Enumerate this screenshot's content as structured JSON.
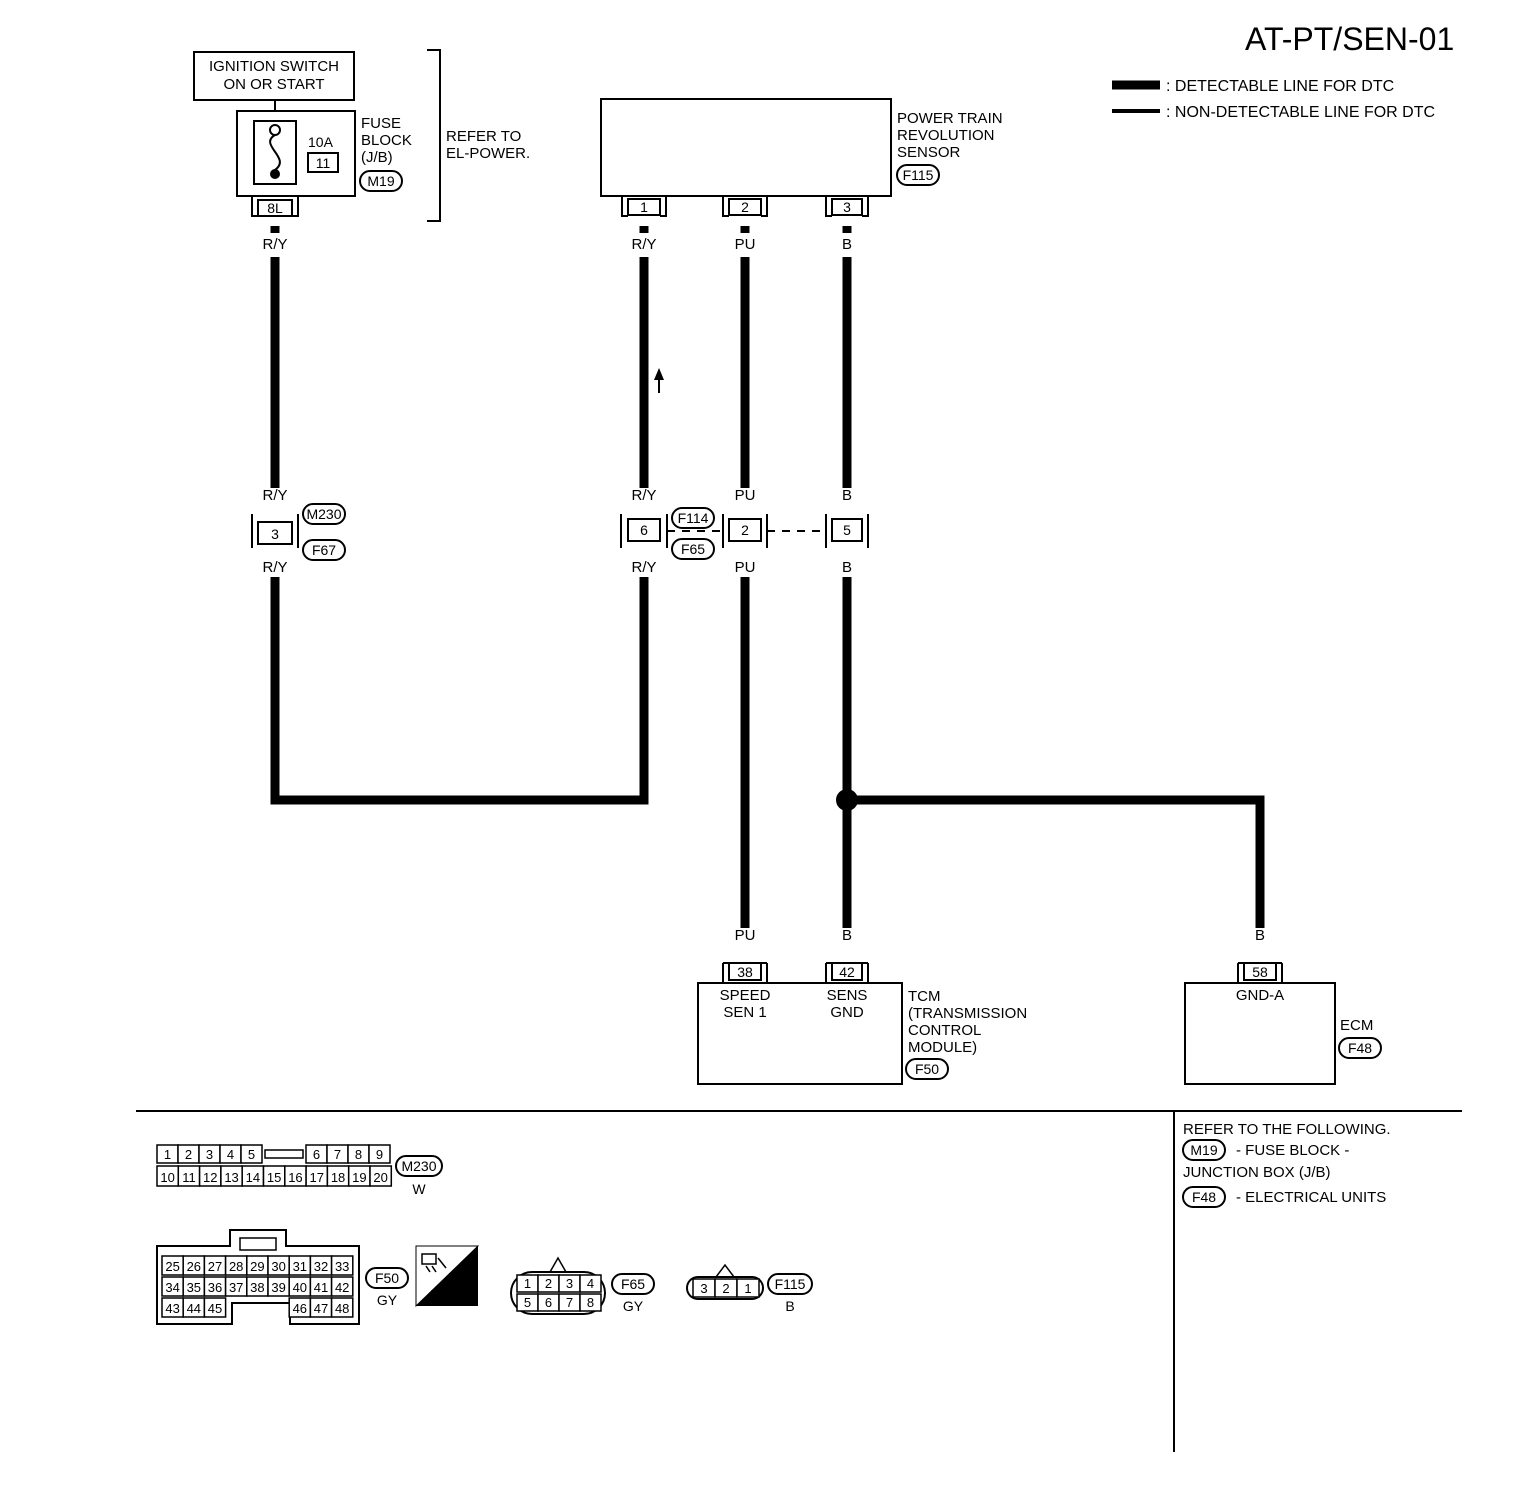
{
  "title": "AT-PT/SEN-01",
  "legend": {
    "detectable": ": DETECTABLE LINE FOR DTC",
    "non_detectable": ": NON-DETECTABLE LINE FOR DTC"
  },
  "ignition": {
    "line1": "IGNITION SWITCH",
    "line2": "ON OR START"
  },
  "fuse": {
    "amp": "10A",
    "number": "11",
    "pin": "8L",
    "label1": "FUSE",
    "label2": "BLOCK",
    "label3": "(J/B)",
    "connector": "M19",
    "refer1": "REFER TO",
    "refer2": "EL-POWER."
  },
  "sensor": {
    "line1": "POWER TRAIN",
    "line2": "REVOLUTION",
    "line3": "SENSOR",
    "connector": "F115",
    "pins": [
      "1",
      "2",
      "3"
    ]
  },
  "wires": {
    "ry": "R/Y",
    "pu": "PU",
    "b": "B"
  },
  "joint_left": {
    "pin": "3",
    "conn_top": "M230",
    "conn_bot": "F67"
  },
  "joint_mid": {
    "pins": [
      "6",
      "2",
      "5"
    ],
    "conn_top": "F114",
    "conn_bot": "F65"
  },
  "tcm": {
    "pin_speed": "38",
    "pin_gnd": "42",
    "speed1": "SPEED",
    "speed2": "SEN 1",
    "gnd1": "SENS",
    "gnd2": "GND",
    "label1": "TCM",
    "label2": "(TRANSMISSION",
    "label3": "CONTROL",
    "label4": "MODULE)",
    "connector": "F50"
  },
  "ecm": {
    "pin": "58",
    "terminal": "GND-A",
    "label": "ECM",
    "connector": "F48"
  },
  "refer_following": {
    "heading": "REFER TO THE FOLLOWING.",
    "item1_conn": "M19",
    "item1_text1": "- FUSE BLOCK -",
    "item1_text2": "JUNCTION BOX (J/B)",
    "item2_conn": "F48",
    "item2_text": "- ELECTRICAL UNITS"
  },
  "connector_views": {
    "m230": {
      "id": "M230",
      "color": "W",
      "row1": [
        "1",
        "2",
        "3",
        "4",
        "5",
        "6",
        "7",
        "8",
        "9"
      ],
      "row2": [
        "10",
        "11",
        "12",
        "13",
        "14",
        "15",
        "16",
        "17",
        "18",
        "19",
        "20"
      ]
    },
    "f50": {
      "id": "F50",
      "color": "GY",
      "hs": "H.S.",
      "row1": [
        "25",
        "26",
        "27",
        "28",
        "29",
        "30",
        "31",
        "32",
        "33"
      ],
      "row2": [
        "34",
        "35",
        "36",
        "37",
        "38",
        "39",
        "40",
        "41",
        "42"
      ],
      "row3_left": [
        "43",
        "44",
        "45"
      ],
      "row3_right": [
        "46",
        "47",
        "48"
      ]
    },
    "f65": {
      "id": "F65",
      "color": "GY",
      "row1": [
        "1",
        "2",
        "3",
        "4"
      ],
      "row2": [
        "5",
        "6",
        "7",
        "8"
      ]
    },
    "f115": {
      "id": "F115",
      "color": "B",
      "pins": [
        "3",
        "2",
        "1"
      ]
    }
  }
}
